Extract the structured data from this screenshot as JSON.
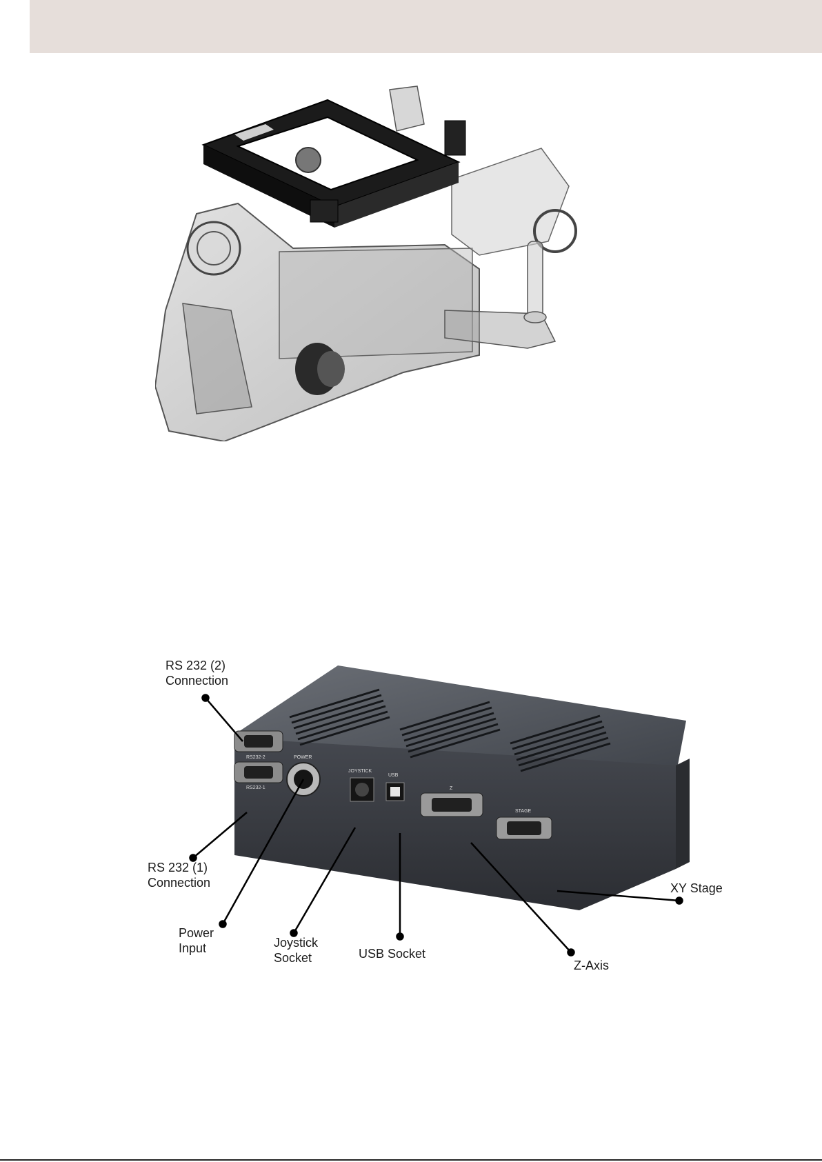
{
  "page": {
    "header_color": "#e6deda"
  },
  "figure_top": {
    "description_icon": "microscope-stage-render"
  },
  "figure_bottom": {
    "port_labels": {
      "rs232_2": "RS232-2",
      "rs232_1": "RS232-1",
      "power": "POWER",
      "joystick": "JOYSTICK",
      "usb": "USB",
      "z": "Z",
      "stage": "STAGE"
    },
    "callouts": {
      "rs232_2": "RS 232 (2)\nConnection",
      "rs232_1": "RS 232 (1)\nConnection",
      "power": "Power\nInput",
      "joystick": "Joystick\nSocket",
      "usb": "USB Socket",
      "z": "Z-Axis",
      "xy": "XY Stage"
    }
  }
}
